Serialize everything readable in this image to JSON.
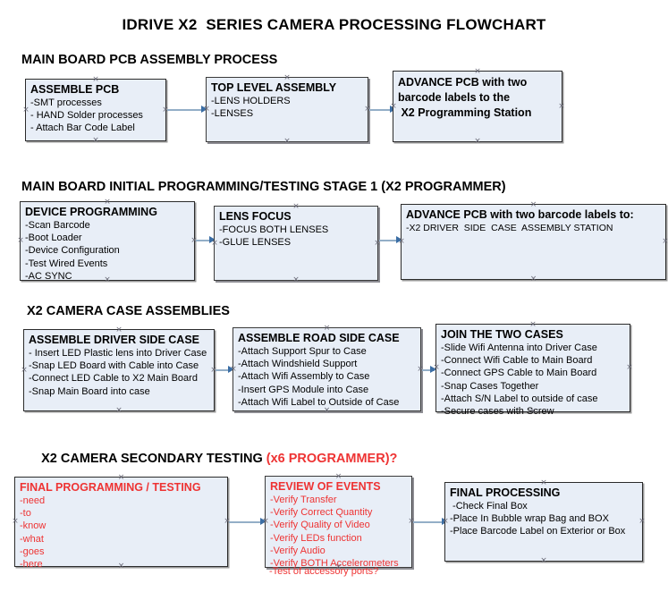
{
  "document": {
    "title": "IDRIVE X2  SERIES CAMERA PROCESSING FLOWCHART"
  },
  "sections": [
    {
      "id": "main-board-pcb-assembly",
      "heading": "MAIN BOARD PCB ASSEMBLY PROCESS",
      "heading_accent": ""
    },
    {
      "id": "main-board-initial-programming",
      "heading": "MAIN BOARD INITIAL PROGRAMMING/TESTING STAGE 1 (X2 PROGRAMMER)",
      "heading_accent": ""
    },
    {
      "id": "x2-camera-case-assemblies",
      "heading": "X2 CAMERA CASE ASSEMBLIES",
      "heading_accent": ""
    },
    {
      "id": "x2-camera-secondary-testing",
      "heading": "X2 CAMERA SECONDARY TESTING ",
      "heading_accent": "(x6 PROGRAMMER)?"
    }
  ],
  "nodes": {
    "assemble_pcb": {
      "title": "ASSEMBLE PCB",
      "items": [
        "-SMT processes",
        "- HAND Solder processes",
        "- Attach Bar Code Label"
      ]
    },
    "top_level_assembly": {
      "title": "TOP LEVEL ASSEMBLY",
      "items": [
        "-LENS HOLDERS",
        "-LENSES"
      ]
    },
    "advance_pcb_station": {
      "lines": [
        "ADVANCE PCB with two",
        "barcode labels to the",
        " X2 Programming Station"
      ]
    },
    "device_programming": {
      "title": "DEVICE PROGRAMMING",
      "items": [
        "-Scan Barcode",
        "-Boot Loader",
        "-Device Configuration",
        "-Test Wired Events",
        "-AC SYNC"
      ]
    },
    "lens_focus": {
      "title": "LENS FOCUS",
      "items": [
        "-FOCUS BOTH LENSES",
        "-GLUE LENSES"
      ]
    },
    "advance_pcb_driver_side": {
      "title": "ADVANCE PCB with two barcode labels to:",
      "items": [
        "-X2 DRIVER  SIDE  CASE  ASSEMBLY STATION"
      ]
    },
    "assemble_driver_side_case": {
      "title": "ASSEMBLE DRIVER SIDE CASE",
      "items": [
        "- Insert LED Plastic lens into Driver Case",
        "-Snap LED Board with Cable into Case",
        "-Connect LED Cable to X2 Main Board",
        "-Snap Main Board into case"
      ]
    },
    "assemble_road_side_case": {
      "title": "ASSEMBLE ROAD SIDE CASE",
      "items": [
        "-Attach Support Spur to Case",
        "-Attach Windshield Support",
        "-Attach Wifi Assembly to Case",
        "-Insert GPS Module into Case",
        "-Attach Wifi Label to Outside of Case"
      ]
    },
    "join_the_two_cases": {
      "title": "JOIN THE TWO CASES",
      "items": [
        "-Slide Wifi Antenna into Driver Case",
        "-Connect Wifi Cable to Main Board",
        "-Connect GPS Cable to Main Board",
        "-Snap Cases Together",
        "-Attach S/N Label to outside of case",
        "-Secure cases with Screw"
      ]
    },
    "final_programming_testing": {
      "title": "FINAL PROGRAMMING / TESTING",
      "items": [
        "-need",
        "-to",
        "-know",
        "-what",
        "-goes",
        "-here"
      ]
    },
    "review_of_events": {
      "title": "REVIEW OF EVENTS",
      "items": [
        "-Verify Transfer",
        "-Verify Correct Quantity",
        "-Verify Quality of Video",
        "-Verify LEDs function",
        "-Verify Audio",
        "-Verify BOTH Accelerometers"
      ],
      "overflow_item": "-Test of accessory ports?"
    },
    "final_processing": {
      "title": "FINAL PROCESSING",
      "items": [
        " -Check Final Box",
        "-Place In Bubble wrap Bag and BOX",
        "-Place Barcode Label on Exterior or Box"
      ]
    }
  },
  "colors": {
    "box_fill": "#e8eef7",
    "box_border": "#2b2b2b",
    "connector": "#93aec7",
    "arrowhead": "#3b6ea5",
    "accent_red": "#ee3333",
    "text": "#000000"
  }
}
